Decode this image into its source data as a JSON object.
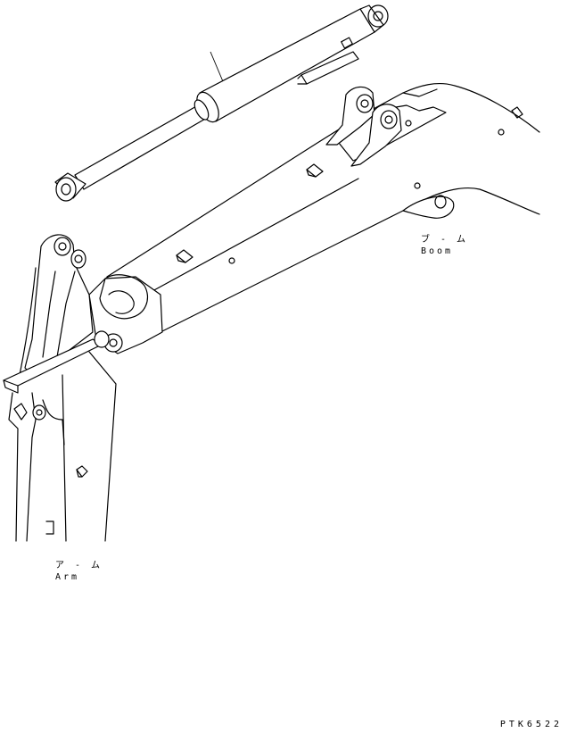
{
  "labels": {
    "boom_jp": "ブ - ム",
    "boom_en": "Boom",
    "arm_jp": "ア - ム",
    "arm_en": "Arm"
  },
  "drawing_code": "PTK6522"
}
